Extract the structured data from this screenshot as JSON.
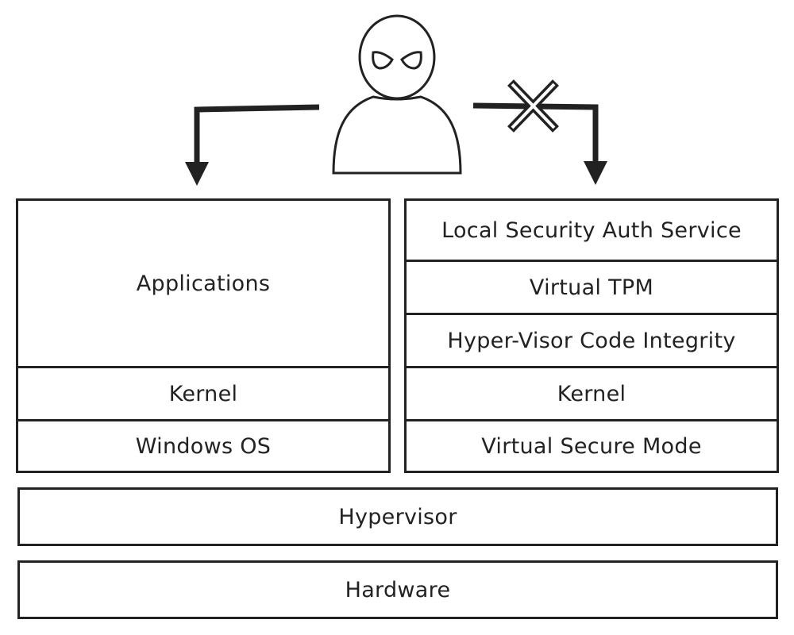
{
  "left_stack": {
    "layers": [
      "Applications",
      "Kernel",
      "Windows OS"
    ]
  },
  "right_stack": {
    "layers": [
      "Local Security Auth Service",
      "Virtual TPM",
      "Hyper-Visor Code Integrity",
      "Kernel",
      "Virtual Secure Mode"
    ]
  },
  "hypervisor": {
    "label": "Hypervisor"
  },
  "hardware": {
    "label": "Hardware"
  },
  "icons": {
    "attacker": "attacker-icon",
    "blocked": "cross-icon",
    "allowed_path": "arrow-down-left-icon",
    "blocked_path": "arrow-down-right-icon"
  },
  "colors": {
    "stroke": "#222222",
    "background": "#ffffff"
  }
}
